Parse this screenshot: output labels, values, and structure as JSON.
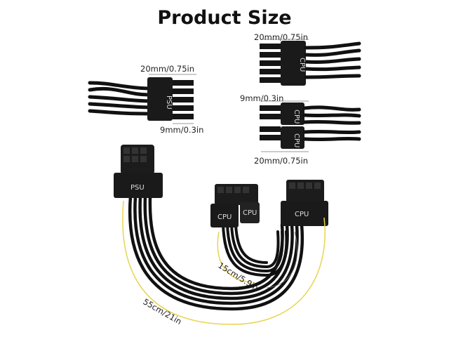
{
  "title": "Product Size",
  "dimensions": {
    "psu_height": "20mm/0.75in",
    "psu_width": "9mm/0.3in",
    "cpu_top_height": "20mm/0.75in",
    "cpu_width": "9mm/0.3in",
    "cpu_bottom_height": "20mm/0.75in",
    "long_cable": "55cm/21in",
    "short_cable": "15cm/5.9in"
  },
  "connector_labels": {
    "psu": "PSU",
    "cpu": "CPU"
  },
  "colors": {
    "cable": "#111111",
    "connector": "#1a1a1a",
    "measure_line": "#e8d44d"
  }
}
